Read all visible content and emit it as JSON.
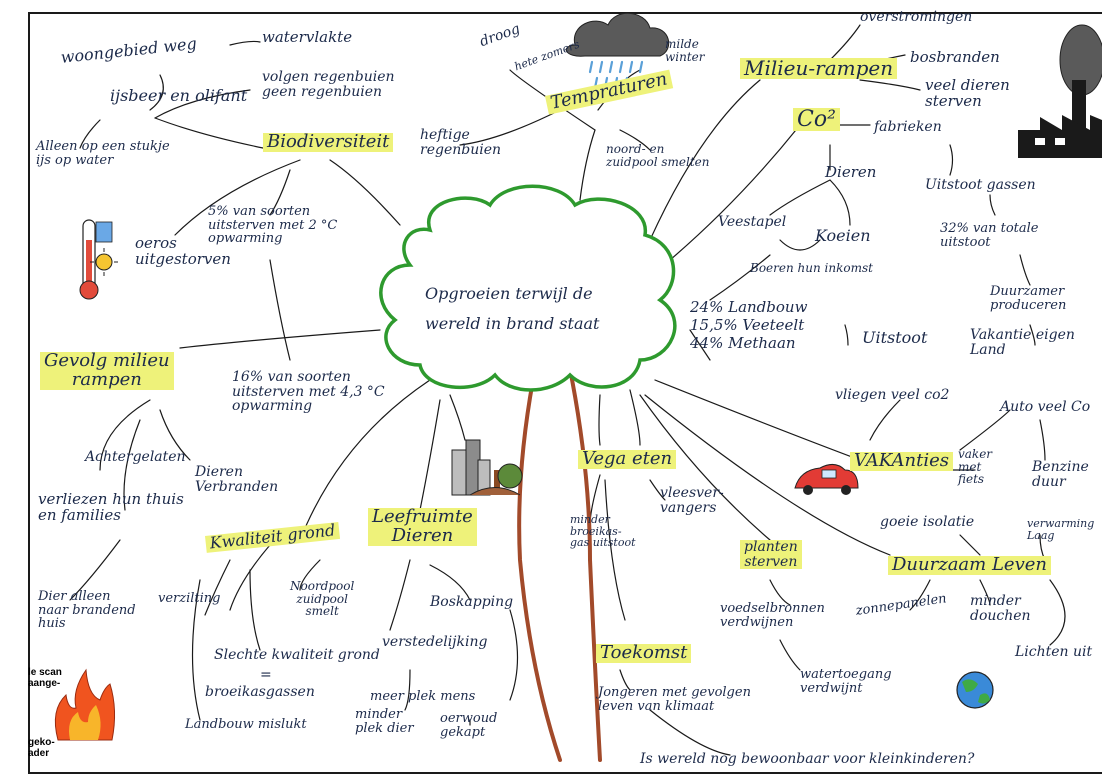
{
  "center": {
    "line1": "Opgroeien terwijl de",
    "line2": "wereld in brand staat"
  },
  "nodes": {
    "biodiversiteit": "Biodiversiteit",
    "temperaturen": "Tempraturen",
    "milieu_rampen": "Milieu-rampen",
    "co2": "Co²",
    "gevolg_milieu": "Gevolg milieu\nrampen",
    "kwaliteit_grond": "Kwaliteit grond",
    "leefruimte": "Leefruimte\nDieren",
    "vega": "Vega eten",
    "vakanties": "VAKAnties",
    "planten": "planten\nsterven",
    "duurzaam": "Duurzaam Leven",
    "toekomst": "Toekomst"
  },
  "texts": {
    "woongebied": "woongebied weg",
    "watervlakte": "watervlakte",
    "ijsbeer": "ijsbeer en olifant",
    "volgen": "volgen regenbuien\ngeen regenbuien",
    "alleen": "Alleen op een stukje\nijs op water",
    "oeros": "oeros\nuitgestorven",
    "soorten5": "5% van soorten\nuitsterven met 2 °C\nopwarming",
    "soorten16": "16% van soorten\nuitsterven met 4,3 °C\nopwarming",
    "droog": "droog",
    "hete": "hete zomers",
    "milde": "milde\nwinter",
    "heftige": "heftige\nregenbuien",
    "noord": "noord- en\nzuidpool smelten",
    "overstromingen": "overstromingen",
    "bosbranden": "bosbranden",
    "veel_dieren": "veel dieren\nsterven",
    "fabrieken": "fabrieken",
    "dieren": "Dieren",
    "uitstoot_gassen": "Uitstoot gassen",
    "veestapel": "Veestapel",
    "koeien": "Koeien",
    "boeren": "Boeren hun inkomst",
    "pct32": "32% van totale\nuitstoot",
    "duurzamer": "Duurzamer\nproduceren",
    "stats": "24% Landbouw\n15,5% Veeteelt\n44% Methaan",
    "uitstoot": "Uitstoot",
    "vakantie_eigen": "Vakantie eigen\nLand",
    "vliegen": "vliegen veel co2",
    "auto": "Auto veel Co",
    "vaker": "vaker\nmet\nfiets",
    "benzine": "Benzine\nduur",
    "isolatie": "goeie isolatie",
    "verwarming": "verwarming\nLaag",
    "achtergelaten": "Achtergelaten",
    "dieren_verbranden": "Dieren\nVerbranden",
    "verliezen": "verliezen hun thuis\nen families",
    "dier_alleen": "Dier alleen\nnaar brandend\nhuis",
    "verzilting": "verzilting",
    "noordpool": "Noordpool\nzuidpool\nsmelt",
    "slechte": "Slechte kwaliteit grond",
    "is": "=",
    "broeikas": "broeikasgassen",
    "landbouw_mislukt": "Landbouw mislukt",
    "boskapping": "Boskapping",
    "verstedelijking": "verstedelijking",
    "meer_plek": "meer plek mens",
    "minder_plek": "minder\nplek dier",
    "oerwoud": "oerwoud\ngekapt",
    "minder_broeikas": "minder\nbroeikas-\ngas uitstoot",
    "vleesvervangers": "vleesver-\nvangers",
    "voedsel": "voedselbronnen\nverdwijnen",
    "watertoegang": "watertoegang\nverdwijnt",
    "zonnepanelen": "zonnepanelen",
    "minder_douchen": "minder\ndouchen",
    "lichten": "Lichten uit",
    "jongeren": "Jongeren met gevolgen\nleven van klimaat",
    "weeld": "Is wereld nog bewoonbaar voor kleinkinderen?"
  },
  "scan_notes": {
    "a": "le scan\naange-",
    "b": "geko-\nader"
  },
  "icons": [
    "cloud-rain-icon",
    "factory-icon",
    "thermometer-sun-icon",
    "city-tree-icon",
    "car-icon",
    "earth-icon",
    "fire-icon",
    "tree-trunk-icon"
  ],
  "colors": {
    "highlight": "#eef27a",
    "ink": "#1c2a4a",
    "cloud": "#2e9a2e",
    "trunk": "#a24a2a"
  }
}
